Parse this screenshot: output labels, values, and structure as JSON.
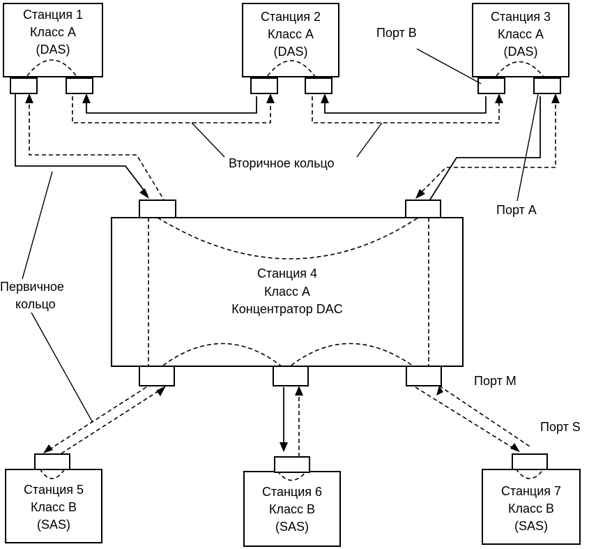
{
  "stations": {
    "s1": {
      "line1": "Станция 1",
      "line2": "Класс А",
      "line3": "(DAS)"
    },
    "s2": {
      "line1": "Станция 2",
      "line2": "Класс А",
      "line3": "(DAS)"
    },
    "s3": {
      "line1": "Станция 3",
      "line2": "Класс А",
      "line3": "(DAS)"
    },
    "s4": {
      "line1": "Станция 4",
      "line2": "Класс А",
      "line3": "Концентратор DAC"
    },
    "s5": {
      "line1": "Станция 5",
      "line2": "Класс В",
      "line3": "(SAS)"
    },
    "s6": {
      "line1": "Станция 6",
      "line2": "Класс В",
      "line3": "(SAS)"
    },
    "s7": {
      "line1": "Станция 7",
      "line2": "Класс В",
      "line3": "(SAS)"
    }
  },
  "labels": {
    "port_b": "Порт В",
    "port_a": "Порт А",
    "port_m": "Порт М",
    "port_s": "Порт S",
    "secondary_ring": "Вторичное кольцо",
    "primary_ring_1": "Первичное",
    "primary_ring_2": "кольцо"
  }
}
